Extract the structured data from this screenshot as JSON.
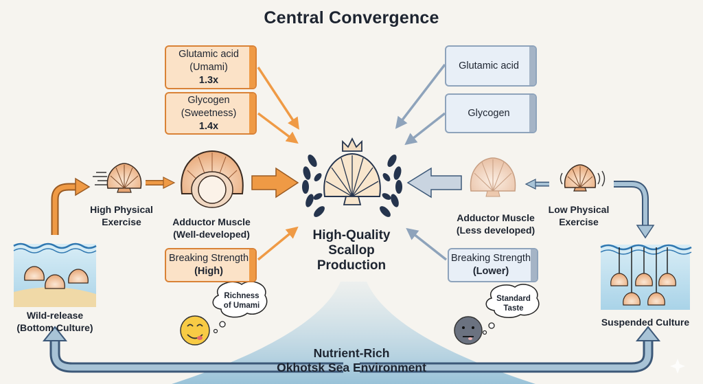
{
  "title": "Central Convergence",
  "center": {
    "label": [
      "High-Quality",
      "Scallop",
      "Production"
    ]
  },
  "left": {
    "boxes": [
      {
        "lines": [
          "Glutamic acid",
          "(Umami)"
        ],
        "value": "1.3x"
      },
      {
        "lines": [
          "Glycogen",
          "(Sweetness)"
        ],
        "value": "1.4x"
      }
    ],
    "breaking": {
      "line": "Breaking Strength",
      "value": "(High)"
    },
    "exercise": [
      "High Physical",
      "Exercise"
    ],
    "muscle": [
      "Adductor Muscle",
      "(Well-developed)"
    ],
    "culture": [
      "Wild-release",
      "(Bottom Culture)"
    ],
    "bubble": [
      "Richness",
      "of Umami"
    ]
  },
  "right": {
    "boxes": [
      {
        "lines": [
          "Glutamic acid"
        ]
      },
      {
        "lines": [
          "Glycogen"
        ]
      }
    ],
    "breaking": {
      "line": "Breaking Strength",
      "value": "(Lower)"
    },
    "exercise": [
      "Low Physical",
      "Exercise"
    ],
    "muscle": [
      "Adductor Muscle",
      "(Less developed)"
    ],
    "culture": [
      "Suspended Culture"
    ],
    "bubble": [
      "Standard",
      "Taste"
    ]
  },
  "environment": [
    "Nutrient-Rich",
    "Okhotsk Sea Environment"
  ],
  "colors": {
    "orange": "#ef9a45",
    "orange_light": "#fbe2c7",
    "blue": "#8ea3bb",
    "blue_light": "#e8eff7",
    "navy": "#25344d",
    "water": "#cfe6f2"
  }
}
